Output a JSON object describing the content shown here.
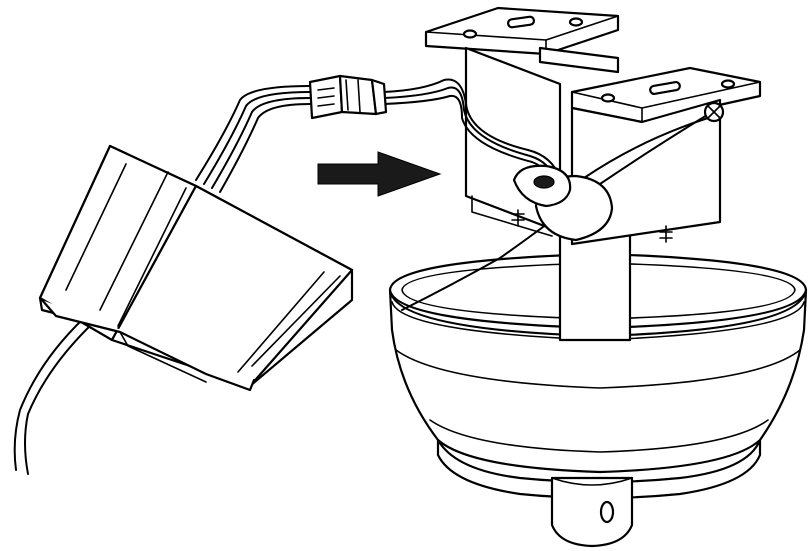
{
  "diagram": {
    "kind": "installation illustration",
    "components": [
      "receiver-module",
      "wire-harness",
      "wire-connector",
      "mounting-bracket",
      "bracket-screw",
      "ground-wire",
      "canopy",
      "downrod",
      "insertion-arrow"
    ],
    "arrow_direction": "right",
    "colors": {
      "line": "#000000",
      "background": "#ffffff",
      "arrow": "#1a1a1a"
    }
  }
}
